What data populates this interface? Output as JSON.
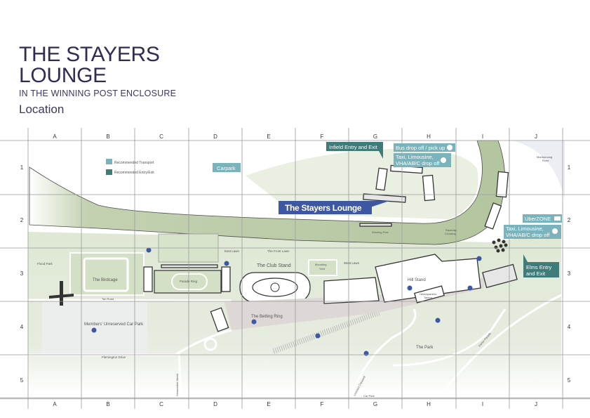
{
  "header": {
    "title_line1": "THE STAYERS",
    "title_line2": "LOUNGE",
    "subtitle": "IN THE WINNING POST ENCLOSURE",
    "section": "Location"
  },
  "grid": {
    "columns": [
      "A",
      "B",
      "C",
      "D",
      "E",
      "F",
      "G",
      "H",
      "I",
      "J"
    ],
    "rows": [
      "1",
      "2",
      "3",
      "4",
      "5"
    ]
  },
  "legend": {
    "transport": {
      "label": "Recommended Transport",
      "color": "#7ab3bb"
    },
    "entry_exit": {
      "label": "Recommended Entry/Exit",
      "color": "#3f7b78"
    }
  },
  "callouts": {
    "carpark": "Carpark",
    "infield_entry": "Infield Entry and Exit",
    "bus": "Bus drop off / pick up",
    "taxi_top_1": "Taxi, Limousine,",
    "taxi_top_2": "VHA/AB/C drop off",
    "stayers_lounge": "The Stayers Lounge",
    "uberzone": "UberZONE",
    "taxi_right_1": "Taxi, Limousine,",
    "taxi_right_2": "VHA/AB/C drop off",
    "elms_1": "Elms Entry",
    "elms_2": "and Exit"
  },
  "places": {
    "flood_park": "Flood Park",
    "birdcage": "The Birdcage",
    "parade_ring": "Parade Ring",
    "east_lawn": "East Lawn",
    "front_lawn": "The Front Lawn",
    "club_stand": "The Club Stand",
    "mounting_yard_1": "Mounting",
    "mounting_yard_2": "Yard",
    "west_lawn": "West Lawn",
    "hill_stand": "Hill Stand",
    "tavern_1": "Headquarters",
    "tavern_2": "Tavern",
    "tan_road": "Tan Road",
    "members_car_park": "Members' Unreserved Car Park",
    "betting_ring": "The Betting Ring",
    "the_park": "The Park",
    "flemington_drive": "Flemington Drive",
    "newmarket_street": "Newmarket Street",
    "leonard_crescent": "Leonard Crescent",
    "car_park": "Car Park",
    "fisher_parade": "Fisher Parade",
    "maribyrnong_1": "Maribyrnong",
    "maribyrnong_2": "River",
    "winning_post": "Winning Post",
    "raceday_1": "Raceday",
    "raceday_2": "Crossing"
  },
  "colors": {
    "title": "#2f2d55",
    "lounge": "#3d57a3",
    "transport": "#7ab3bb",
    "entry_exit": "#3f7b78",
    "track": "#b9c9a6",
    "lawn": "#dfe8d4",
    "accessible": "#3d57a3"
  }
}
